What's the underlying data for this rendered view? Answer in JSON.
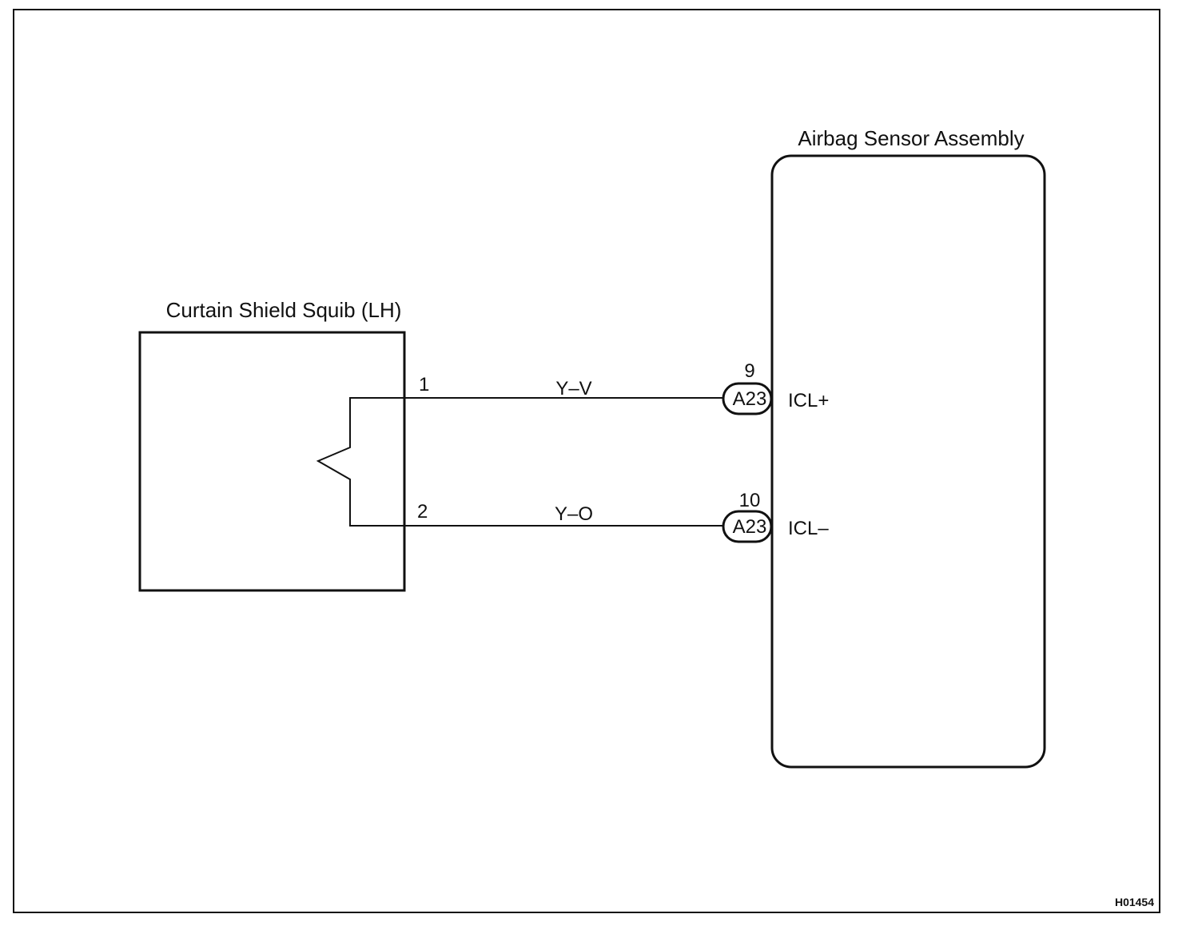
{
  "components": {
    "squib": {
      "label": "Curtain Shield Squib (LH)"
    },
    "sensor": {
      "label": "Airbag Sensor Assembly"
    }
  },
  "wires": [
    {
      "squib_pin": "1",
      "color_code": "Y–V",
      "connector": "A23",
      "connector_pin": "9",
      "terminal": "ICL+"
    },
    {
      "squib_pin": "2",
      "color_code": "Y–O",
      "connector": "A23",
      "connector_pin": "10",
      "terminal": "ICL–"
    }
  ],
  "figure_code": "H01454"
}
